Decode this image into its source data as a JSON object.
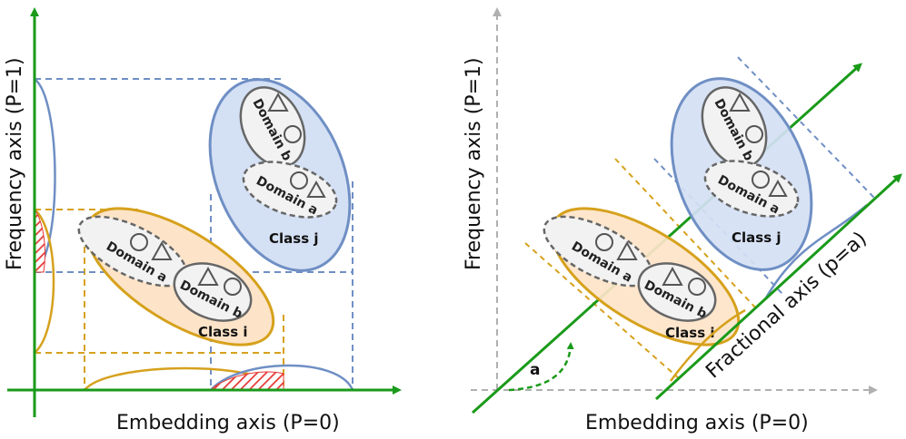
{
  "left_panel": {
    "x_axis_label": "Embedding axis (P=0)",
    "y_axis_label": "Frequency axis (P=1)",
    "class_i": {
      "label": "Class i",
      "domain_a": "Domain a",
      "domain_b": "Domain b"
    },
    "class_j": {
      "label": "Class j",
      "domain_a": "Domain a",
      "domain_b": "Domain b"
    }
  },
  "right_panel": {
    "x_axis_label": "Embedding axis (P=0)",
    "y_axis_label": "Frequency axis (P=1)",
    "fractional_axis_label": "Fractional axis (p=a)",
    "angle_label": "a",
    "class_i": {
      "label": "Class i",
      "domain_a": "Domain a",
      "domain_b": "Domain b"
    },
    "class_j": {
      "label": "Class j",
      "domain_a": "Domain a",
      "domain_b": "Domain b"
    }
  },
  "colors": {
    "axis_green": "#1a9a1a",
    "axis_grey": "#b0b0b0",
    "class_i_fill": "#fde4c8",
    "class_i_stroke": "#d6a11c",
    "class_j_fill": "#d4e0f4",
    "class_j_stroke": "#6f8fc4",
    "domain_fill": "#f2f2f2",
    "domain_stroke": "#666666",
    "overlap_hatch": "#e53935"
  },
  "icons": [
    "triangle-icon",
    "circle-icon"
  ]
}
